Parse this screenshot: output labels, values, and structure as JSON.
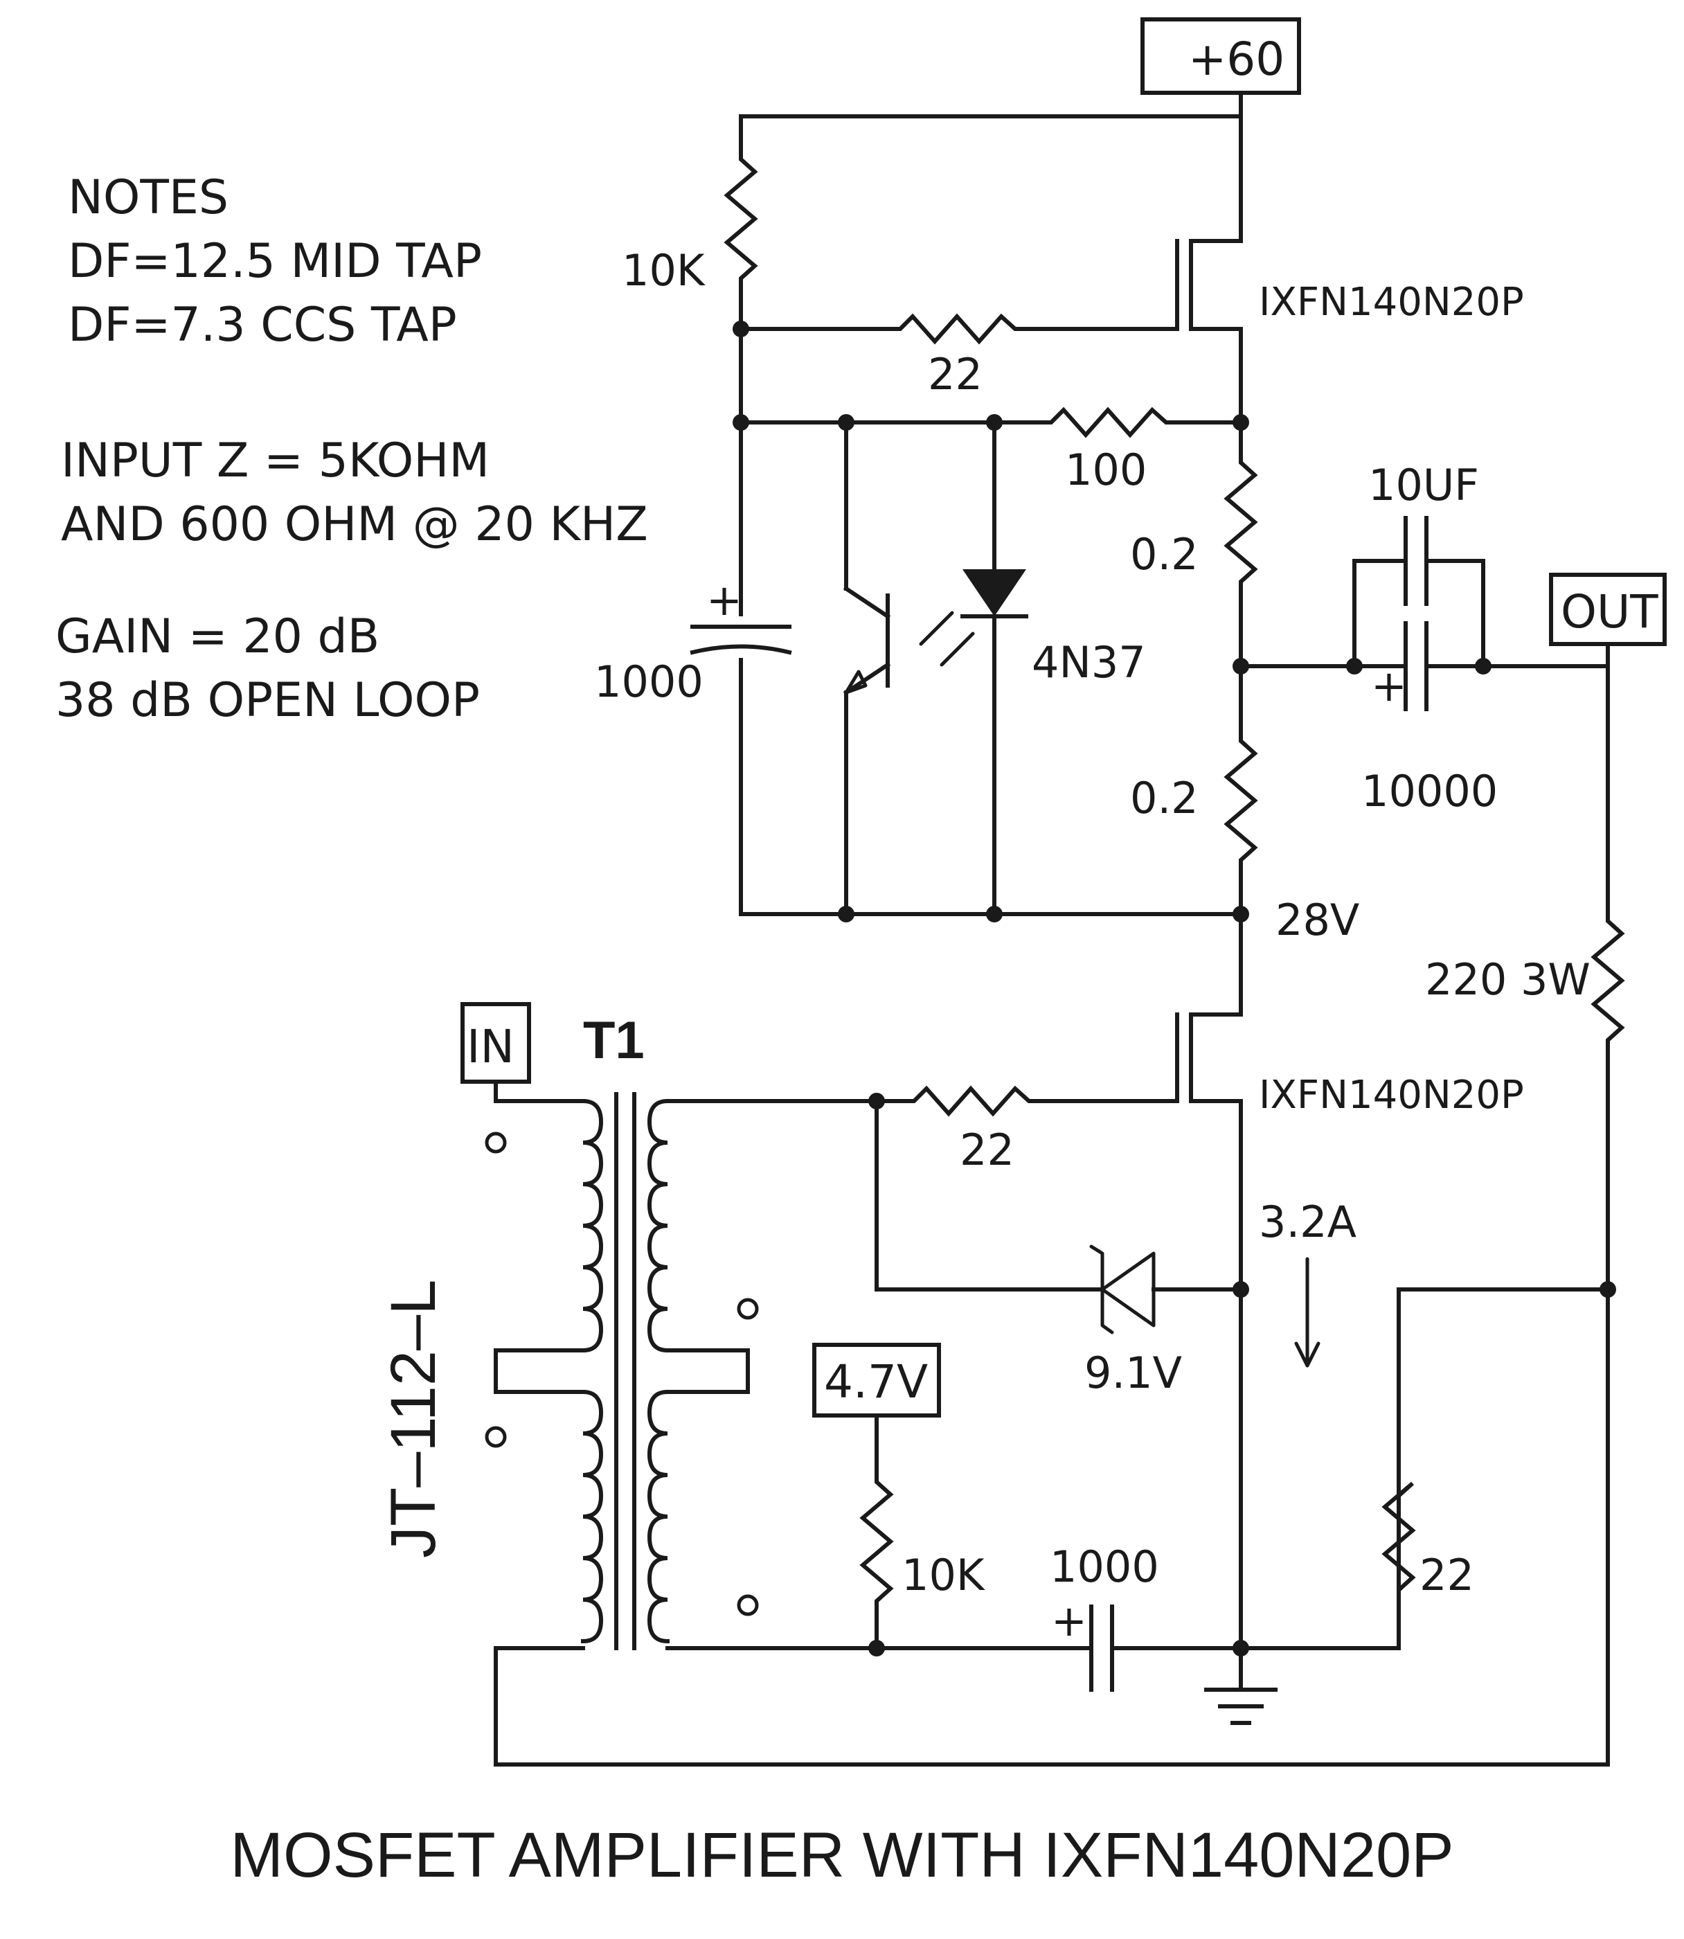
{
  "title": "MOSFET AMPLIFIER WITH IXFN140N20P",
  "notes": {
    "heading": "NOTES",
    "df_mid": "DF=12.5 MID TAP",
    "df_ccs": "DF=7.3 CCS TAP",
    "input_z_1": "INPUT Z = 5KOHM",
    "input_z_2": "AND 600 OHM @ 20 KHZ",
    "gain": "GAIN = 20 dB",
    "open_loop": "38 dB OPEN LOOP"
  },
  "terminals": {
    "supply": "+60",
    "output": "OUT",
    "input": "IN",
    "bias": "4.7V"
  },
  "transformer": {
    "ref": "T1",
    "part": "JT–112–L"
  },
  "components": {
    "r_top_10k": "10K",
    "r_gate_top": "22",
    "r_100": "100",
    "r_02_upper": "0.2",
    "r_02_lower": "0.2",
    "c_1000_top": "1000",
    "opto": "4N37",
    "c_10uf": "10UF",
    "c_10000": "10000",
    "mosfet_top": "IXFN140N20P",
    "mosfet_bottom": "IXFN140N20P",
    "r_220": "220 3W",
    "r_gate_bottom": "22",
    "zener": "9.1V",
    "r_bias_10k": "10K",
    "c_1000_bottom": "1000",
    "r_22_fb": "22"
  },
  "annotations": {
    "node_voltage": "28V",
    "current": "3.2A",
    "plus": "+"
  }
}
